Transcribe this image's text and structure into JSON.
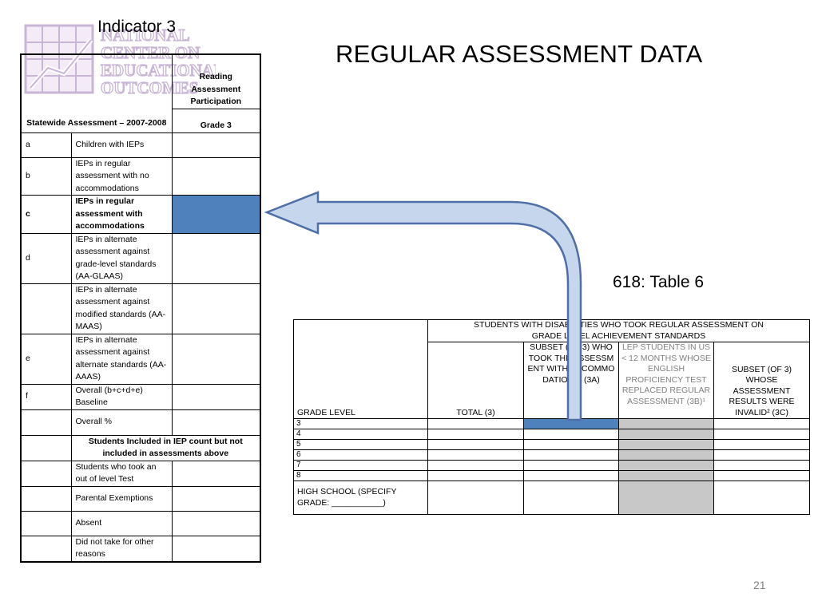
{
  "header": {
    "indicator": "Indicator 3",
    "title": "REGULAR ASSESSMENT DATA",
    "table_label": "618: Table 6",
    "page_number": "21"
  },
  "logo": {
    "lines": [
      "NATIONAL",
      "CENTER ON",
      "EDUCATIONAL",
      "OUTCOMES"
    ],
    "color": "#c9b5d6"
  },
  "left_table": {
    "col_header": "Reading Assessment Participation",
    "row_header": "Statewide Assessment – 2007-2008",
    "grade": "Grade 3",
    "rows": [
      {
        "code": "a",
        "label": "Children with IEPs"
      },
      {
        "code": "b",
        "label": "IEPs in regular assessment with no accommodations"
      },
      {
        "code": "c",
        "label": "IEPs in regular assessment with accommodations"
      },
      {
        "code": "d",
        "label": "IEPs in alternate assessment against grade-level standards (AA-GLAAS)"
      },
      {
        "code": "",
        "label": "IEPs in alternate assessment against modified standards (AA-MAAS)"
      },
      {
        "code": "e",
        "label": "IEPs in alternate assessment against alternate standards (AA-AAAS)"
      },
      {
        "code": "f",
        "label": "Overall (b+c+d+e) Baseline"
      },
      {
        "code": "",
        "label": "Overall %"
      }
    ],
    "section_header": "Students Included in IEP count but not included in assessments above",
    "extra_rows": [
      {
        "label": "Students who took an out of level Test"
      },
      {
        "label": "Parental Exemptions"
      },
      {
        "label": "Absent"
      },
      {
        "label": "Did not take for other reasons"
      }
    ]
  },
  "right_table": {
    "group_header": "STUDENTS WITH DISABILITIES WHO TOOK REGULAR ASSESSMENT ON GRADE LEVEL ACHIEVEMENT STANDARDS",
    "col_grade": "GRADE LEVEL",
    "col_total": "TOTAL (3)",
    "col_3a": "SUBSET (OF 3) WHO TOOK THE ASSESSMENT WITH ACCOMMODATION S (3A)",
    "col_3b": "LEP STUDENTS IN US < 12 MONTHS WHOSE ENGLISH PROFICIENCY TEST REPLACED REGULAR ASSESSMENT (3B)¹",
    "col_3c": "SUBSET (OF 3) WHOSE ASSESSMENT RESULTS WERE INVALID² (3C)",
    "grades": [
      "3",
      "4",
      "5",
      "6",
      "7",
      "8"
    ],
    "high_school": "HIGH SCHOOL (SPECIFY GRADE: ___________)"
  },
  "colors": {
    "highlight": "#4f81bd",
    "arrow_fill": "#c6d6ec",
    "arrow_stroke": "#4f6fa8",
    "grey_cell": "#c8c8c8"
  }
}
